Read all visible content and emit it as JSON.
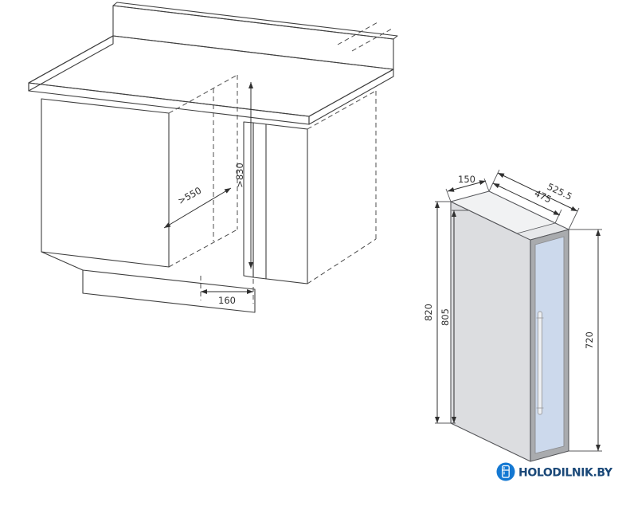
{
  "cabinet": {
    "dim_depth": ">550",
    "dim_height": ">830",
    "dim_width": "160"
  },
  "appliance": {
    "dim_width": "150",
    "dim_depth_total": "525.5",
    "dim_depth_body": "475",
    "dim_height_total": "820",
    "dim_height_body": "805",
    "dim_door_height": "720",
    "colors": {
      "side_face": "#dcdde0",
      "top_face": "#f1f2f3",
      "door_top_strip": "#e7e8ea",
      "door_frame": "#a9abae",
      "glass": "#ccd9ec",
      "handle": "#eef0f3"
    }
  },
  "branding": {
    "logo_text": "HOLODILNIK.BY",
    "logo_circle_color": "#1478d2",
    "logo_text_color": "#1a4878"
  }
}
